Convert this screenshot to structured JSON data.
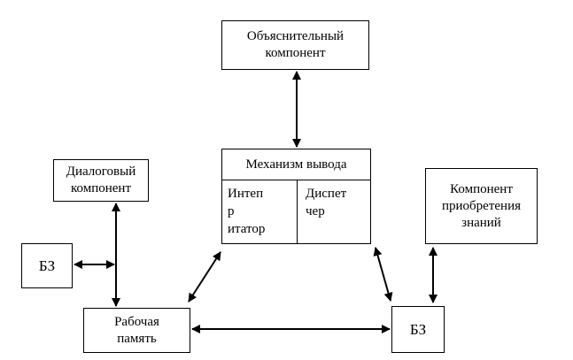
{
  "nodes": {
    "explanatory": "Объяснительный\nкомпонент",
    "inference": "Механизм вывода",
    "interpreter": "Интеп\nр\nитатор",
    "dispatcher": "Диспет\nчер",
    "dialog": "Диалоговый\nкомпонент",
    "acquisition": "Компонент\nприобретения\nзнаний",
    "kb_left": "БЗ",
    "kb_right": "БЗ",
    "working_memory": "Рабочая\nпамять"
  },
  "edges": [
    {
      "from": "explanatory",
      "to": "inference",
      "direction": "both"
    },
    {
      "from": "dialog",
      "to": "working_memory",
      "direction": "both"
    },
    {
      "from": "kb_left",
      "to": "dialog_line",
      "direction": "both"
    },
    {
      "from": "working_memory",
      "to": "inference",
      "direction": "both"
    },
    {
      "from": "inference",
      "to": "kb_right",
      "direction": "both"
    },
    {
      "from": "acquisition",
      "to": "kb_right",
      "direction": "both"
    },
    {
      "from": "working_memory",
      "to": "kb_right",
      "direction": "both"
    }
  ]
}
